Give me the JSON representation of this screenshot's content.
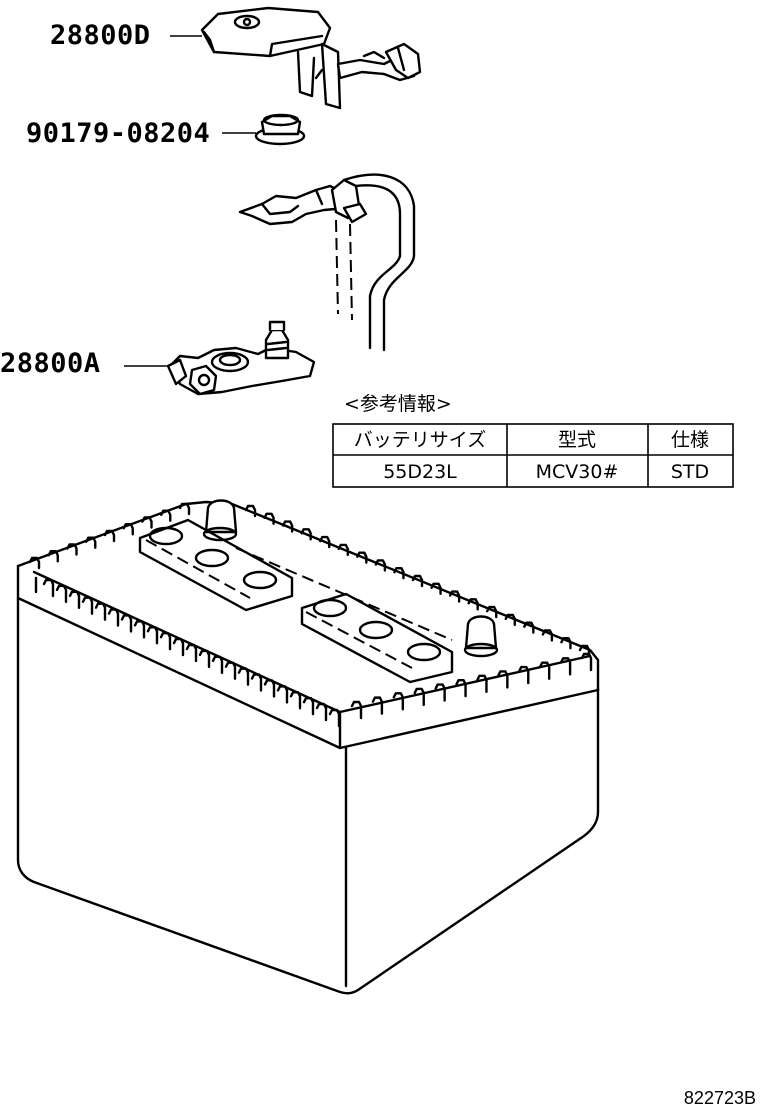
{
  "callouts": {
    "part_top": "28800D",
    "part_nut": "90179-08204",
    "part_clamp": "28800A"
  },
  "reference": {
    "caption": "<参考情報>",
    "headers": [
      "バッテリサイズ",
      "型式",
      "仕様"
    ],
    "row": [
      "55D23L",
      "MCV30#",
      "STD"
    ]
  },
  "figure_code": "822723B"
}
